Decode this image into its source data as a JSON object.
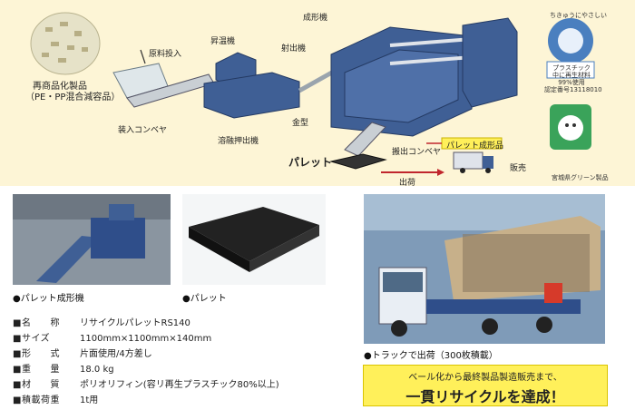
{
  "diagram": {
    "recycled_products": "再商品化製品",
    "recycled_products_sub": "（PE・PP混合減容品）",
    "material_input": "原料投入",
    "input_conveyor": "装入コンベヤ",
    "heater": "昇温機",
    "melt_extruder": "溶融押出機",
    "injection_unit": "射出機",
    "molding_machine": "成形機",
    "mold": "金型",
    "pallet": "パレット",
    "out_conveyor": "搬出コンベヤ",
    "pallet_product": "パレット成形品",
    "shipping": "出荷",
    "sales": "販売"
  },
  "badges": {
    "eco_arc": "ちきゅうにやさしい",
    "eco_text": "プラスチック中に再生材料99%使用",
    "cert": "認定番号13118010",
    "green": "宮城県グリーン製品"
  },
  "photos": {
    "machine_caption": "●パレット成形機",
    "pallet_caption": "●パレット",
    "truck_caption": "●トラックで出荷（300枚積載）"
  },
  "specs": [
    {
      "key": "■名　　称",
      "value": "リサイクルパレットRS140"
    },
    {
      "key": "■サイズ",
      "value": "1100mm×1100mm×140mm"
    },
    {
      "key": "■形　　式",
      "value": "片面使用/4方差し"
    },
    {
      "key": "■重　　量",
      "value": "18.0 kg"
    },
    {
      "key": "■材　　質",
      "value": "ポリオリフィン(容リ再生プラスチック80%以上)"
    },
    {
      "key": "■積載荷重",
      "value": "1t用"
    }
  ],
  "callout": {
    "line1": "ベール化から最終製品製造販売まで、",
    "line2": "一貫リサイクルを達成！"
  },
  "colors": {
    "diagram_bg": "#fdf5d6",
    "machine_blue": "#3f5f95",
    "callout_yellow": "#fff05a"
  }
}
